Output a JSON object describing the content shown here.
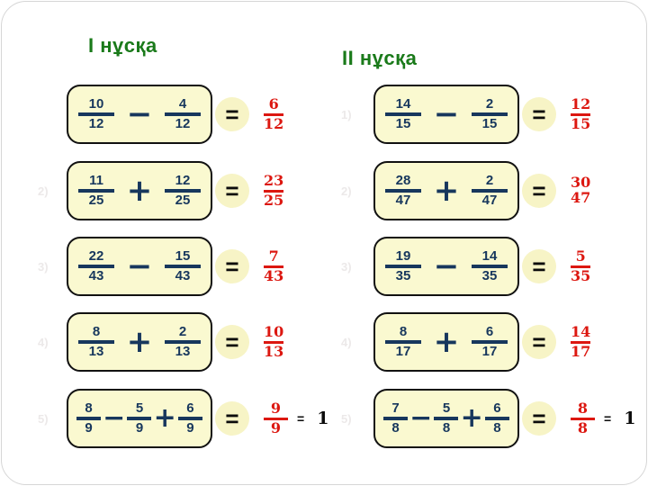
{
  "titles": {
    "left": "І нұсқа",
    "right": "ІІ нұсқа"
  },
  "symbols": {
    "equals": "="
  },
  "colors": {
    "title": "#1a7a1a",
    "fraction": "#17375d",
    "answer": "#dc1710",
    "box-fill": "#faf9d0",
    "box-border": "#111111",
    "circle-fill": "#f7f4c6",
    "label": "#ece9e9"
  },
  "columns": {
    "left": {
      "rows": [
        {
          "label": "",
          "fractions": [
            {
              "n": "10",
              "d": "12"
            },
            {
              "n": "4",
              "d": "12"
            }
          ],
          "ops": [
            "−"
          ],
          "answer": {
            "n": "6",
            "d": "12"
          },
          "answer_bar": true
        },
        {
          "label": "2)",
          "fractions": [
            {
              "n": "11",
              "d": "25"
            },
            {
              "n": "12",
              "d": "25"
            }
          ],
          "ops": [
            "+"
          ],
          "answer": {
            "n": "23",
            "d": "25"
          },
          "answer_bar": true
        },
        {
          "label": "3)",
          "fractions": [
            {
              "n": "22",
              "d": "43"
            },
            {
              "n": "15",
              "d": "43"
            }
          ],
          "ops": [
            "−"
          ],
          "answer": {
            "n": "7",
            "d": "43"
          },
          "answer_bar": true
        },
        {
          "label": "4)",
          "fractions": [
            {
              "n": "8",
              "d": "13"
            },
            {
              "n": "2",
              "d": "13"
            }
          ],
          "ops": [
            "+"
          ],
          "answer": {
            "n": "10",
            "d": "13"
          },
          "answer_bar": true
        },
        {
          "label": "5)",
          "fractions": [
            {
              "n": "8",
              "d": "9"
            },
            {
              "n": "5",
              "d": "9"
            },
            {
              "n": "6",
              "d": "9"
            }
          ],
          "ops": [
            "−",
            "+"
          ],
          "answer": {
            "n": "9",
            "d": "9"
          },
          "answer_bar": true,
          "extra_equals": "=",
          "extra_value": "1"
        }
      ]
    },
    "right": {
      "rows": [
        {
          "label": "1)",
          "fractions": [
            {
              "n": "14",
              "d": "15"
            },
            {
              "n": "2",
              "d": "15"
            }
          ],
          "ops": [
            "−"
          ],
          "answer": {
            "n": "12",
            "d": "15"
          },
          "answer_bar": true
        },
        {
          "label": "2)",
          "fractions": [
            {
              "n": "28",
              "d": "47"
            },
            {
              "n": "2",
              "d": "47"
            }
          ],
          "ops": [
            "+"
          ],
          "answer": {
            "n": "30",
            "d": "47"
          },
          "answer_bar": false
        },
        {
          "label": "3)",
          "fractions": [
            {
              "n": "19",
              "d": "35"
            },
            {
              "n": "14",
              "d": "35"
            }
          ],
          "ops": [
            "−"
          ],
          "answer": {
            "n": "5",
            "d": "35"
          },
          "answer_bar": true
        },
        {
          "label": "4)",
          "fractions": [
            {
              "n": "8",
              "d": "17"
            },
            {
              "n": "6",
              "d": "17"
            }
          ],
          "ops": [
            "+"
          ],
          "answer": {
            "n": "14",
            "d": "17"
          },
          "answer_bar": true
        },
        {
          "label": "5)",
          "fractions": [
            {
              "n": "7",
              "d": "8"
            },
            {
              "n": "5",
              "d": "8"
            },
            {
              "n": "6",
              "d": "8"
            }
          ],
          "ops": [
            "−",
            "+"
          ],
          "answer": {
            "n": "8",
            "d": "8"
          },
          "answer_bar": true,
          "extra_equals": "=",
          "extra_value": "1"
        }
      ]
    }
  }
}
